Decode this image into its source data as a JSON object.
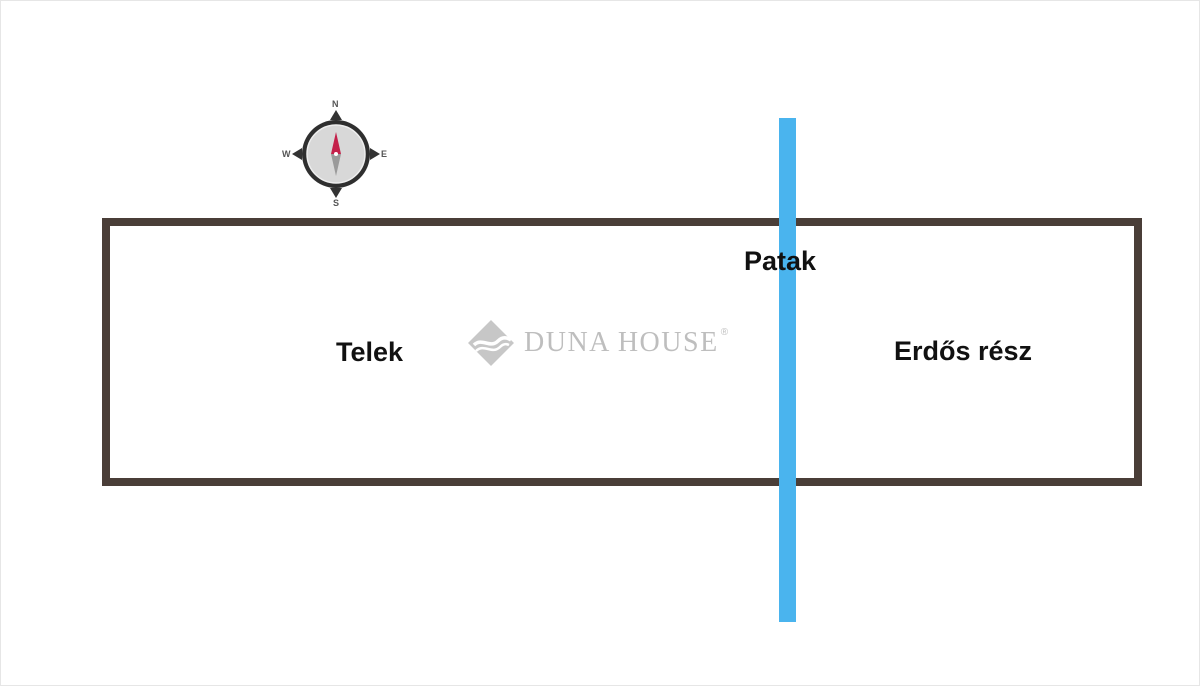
{
  "labels": {
    "telek": "Telek",
    "patak": "Patak",
    "erdos": "Erdős rész"
  },
  "watermark": {
    "text": "DUNA HOUSE",
    "registered": "®"
  },
  "compass": {
    "n": "N",
    "s": "S",
    "w": "W",
    "e": "E"
  },
  "colors": {
    "plot_border": "#4a3e38",
    "stream": "#4ab4ee",
    "needle_north": "#c4204a"
  }
}
